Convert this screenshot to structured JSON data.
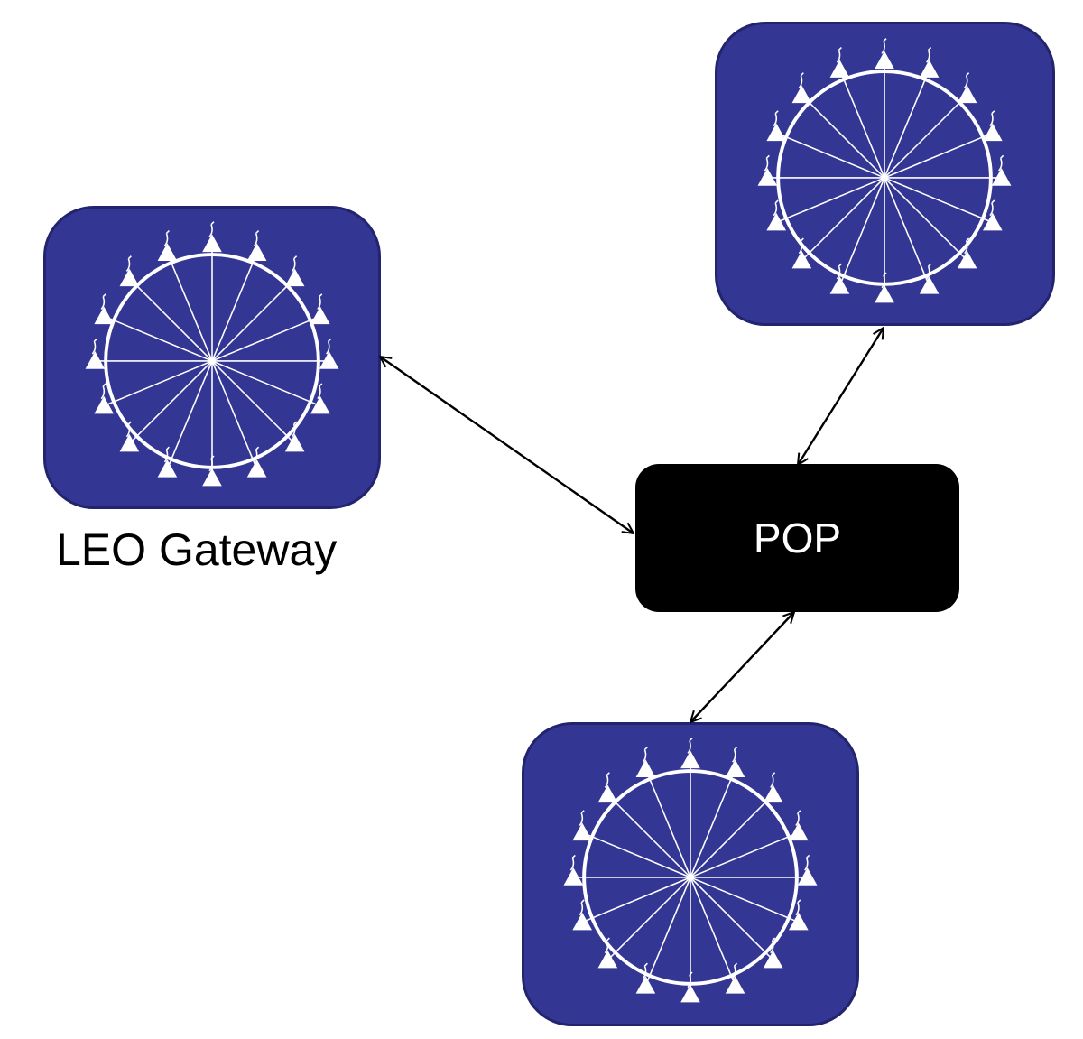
{
  "diagram": {
    "nodes": {
      "gateway_left": {
        "caption": "LEO Gateway",
        "icon": "satellite-ring-icon"
      },
      "gateway_top": {
        "caption": "",
        "icon": "satellite-ring-icon"
      },
      "gateway_bottom": {
        "caption": "",
        "icon": "satellite-ring-icon"
      },
      "pop": {
        "label": "POP"
      }
    },
    "edges": [
      {
        "from": "gateway_left",
        "to": "pop",
        "direction": "bidirectional"
      },
      {
        "from": "gateway_top",
        "to": "pop",
        "direction": "bidirectional"
      },
      {
        "from": "pop",
        "to": "gateway_bottom",
        "direction": "bidirectional"
      }
    ],
    "antenna_count": 16,
    "colors": {
      "gateway_fill": "#343694",
      "gateway_border": "#22246e",
      "pop_fill": "#000000",
      "icon_stroke": "#ffffff",
      "connector": "#000000"
    }
  }
}
